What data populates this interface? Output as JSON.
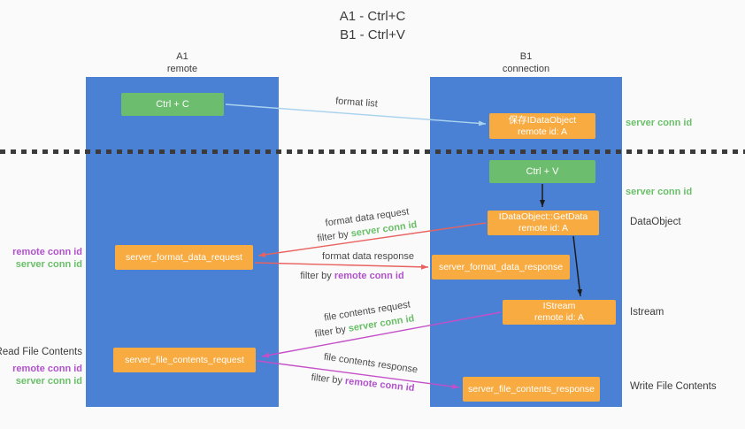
{
  "title": {
    "line1": "A1 - Ctrl+C",
    "line2": "B1 - Ctrl+V"
  },
  "columns": {
    "a1": {
      "name": "A1",
      "subtitle": "remote"
    },
    "b1": {
      "name": "B1",
      "subtitle": "connection"
    }
  },
  "nodes": {
    "ctrl_c": "Ctrl + C",
    "ctrl_v": "Ctrl + V",
    "save_idataobject": {
      "line1": "保存IDataObject",
      "line2": "remote id: A"
    },
    "getdata": {
      "line1": "IDataObject::GetData",
      "line2": "remote id: A"
    },
    "istream": {
      "line1": "IStream",
      "line2": "remote id: A"
    },
    "server_format_data_request": "server_format_data_request",
    "server_format_data_response": "server_format_data_response",
    "server_file_contents_request": "server_file_contents_request",
    "server_file_contents_response": "server_file_contents_response"
  },
  "arrow_labels": {
    "format_list": "format list",
    "format_data_request": "format data request",
    "format_data_response": "format data response",
    "file_contents_request": "file contents request",
    "file_contents_response": "file contents response",
    "filter_by": "filter by ",
    "server_conn_id": "server conn id",
    "remote_conn_id": "remote conn id"
  },
  "side_labels": {
    "server_conn_id_top": "server conn id",
    "server_conn_id_mid": "server conn id",
    "dataobject": "DataObject",
    "istream": "Istream",
    "write_file_contents": "Write File Contents",
    "read_file_contents": "Read File Contents",
    "remote_conn_id_1": "remote conn id",
    "server_conn_id_1": "server conn id",
    "remote_conn_id_2": "remote conn id",
    "server_conn_id_2": "server conn id"
  },
  "colors": {
    "column_blue": "#4b81d4",
    "node_orange": "#f7ab41",
    "button_green": "#6cbd6e",
    "label_green": "#6abf69",
    "label_purple": "#b152cc",
    "arrow_red": "#e8625f",
    "arrow_magenta": "#c44fc8",
    "arrow_lightblue": "#a9d2ef",
    "arrow_black": "#1c1c1c"
  }
}
